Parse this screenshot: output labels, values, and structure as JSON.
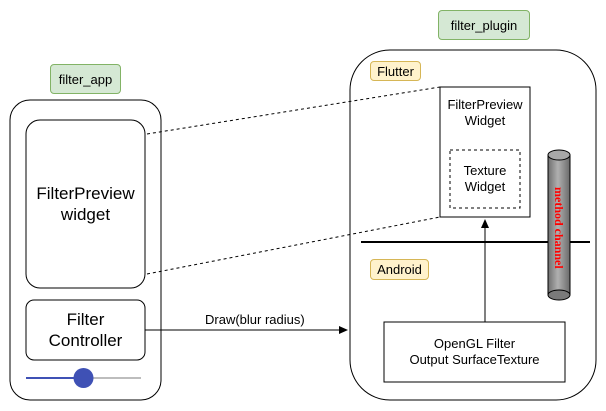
{
  "filter_app": {
    "tag": "filter_app",
    "preview_widget_label": "FilterPreview\nwidget",
    "controller_label": "Filter\nController",
    "slider_value": 0.5
  },
  "filter_plugin": {
    "tag": "filter_plugin",
    "flutter_tag": "Flutter",
    "android_tag": "Android",
    "preview_widget_label": "FilterPreview\nWidget",
    "texture_widget_label": "Texture\nWidget",
    "opengl_label": "OpenGL Filter\nOutput SurfaceTexture",
    "method_channel_label": "method channel"
  },
  "edges": {
    "draw_label": "Draw(blur radius)"
  },
  "colors": {
    "tag_green_fill": "#d5e8d4",
    "tag_green_stroke": "#82b366",
    "tag_yellow_fill": "#fff2cc",
    "tag_yellow_stroke": "#d6b656",
    "slider_blue": "#3f51b5",
    "slider_track": "#bdbdbd",
    "cylinder_gray": "#8a8a8a",
    "channel_text": "#ff0000"
  }
}
